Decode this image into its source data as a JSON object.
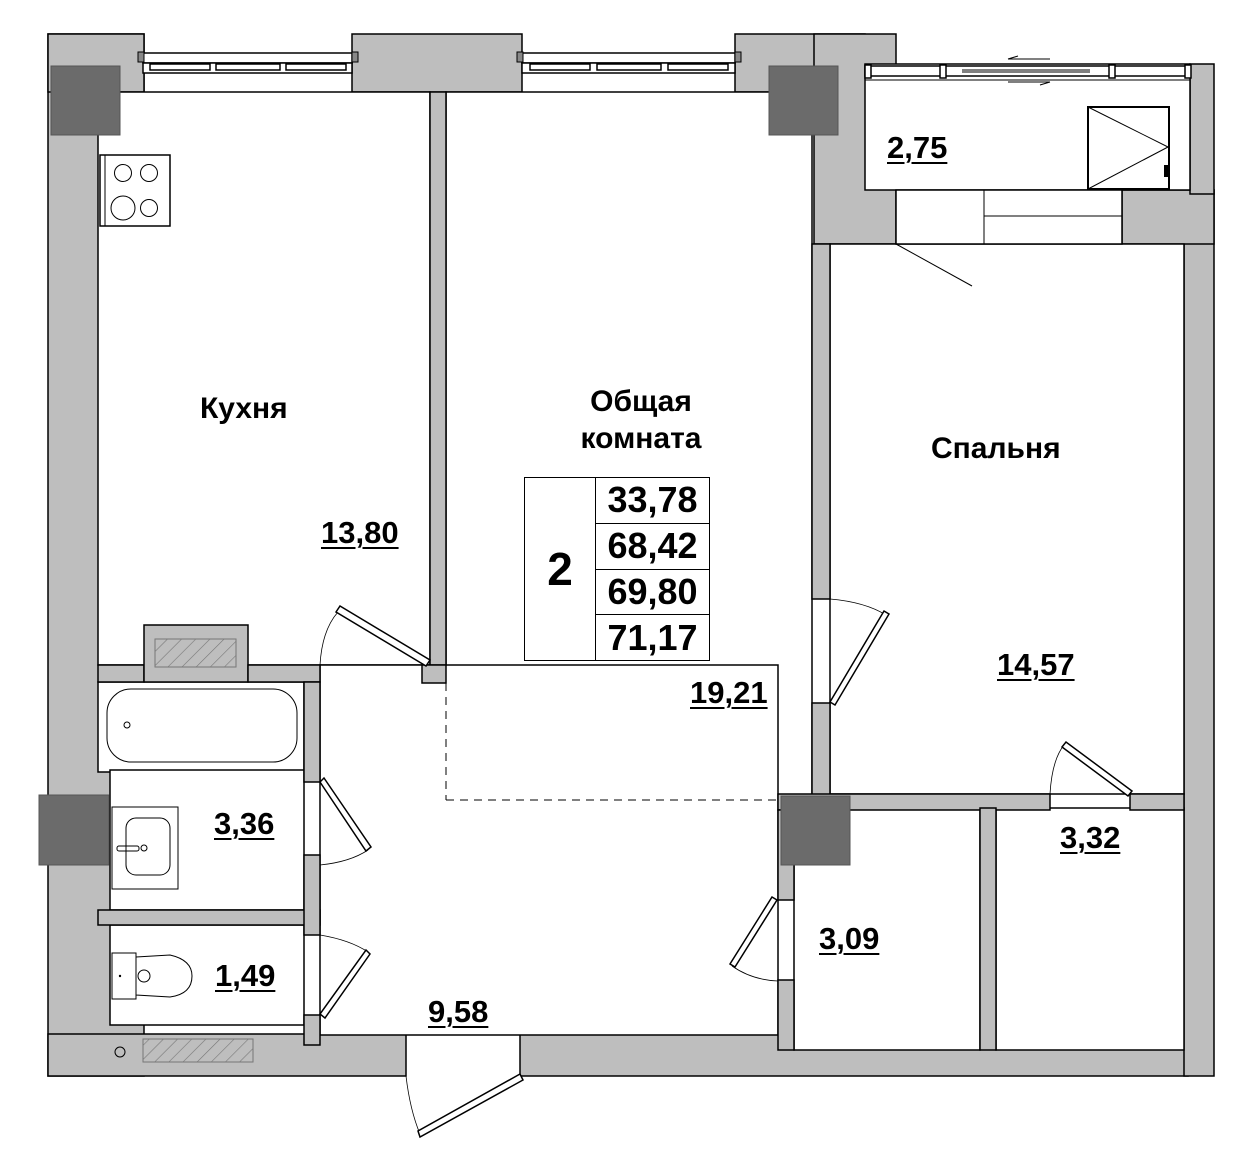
{
  "plan": {
    "rooms_count": "2",
    "summary_areas": [
      "33,78",
      "68,42",
      "69,80",
      "71,17"
    ],
    "rooms": [
      {
        "id": "kitchen",
        "name": "Кухня",
        "area": "13,80"
      },
      {
        "id": "living-room",
        "name": "Общая комната",
        "name_lines": [
          "Общая",
          "комната"
        ],
        "area": "19,21"
      },
      {
        "id": "bedroom",
        "name": "Спальня",
        "area": "14,57"
      },
      {
        "id": "balcony",
        "name": "",
        "area": "2,75"
      },
      {
        "id": "bathroom",
        "name": "",
        "area": "3,36"
      },
      {
        "id": "toilet",
        "name": "",
        "area": "1,49"
      },
      {
        "id": "hallway",
        "name": "",
        "area": "9,58"
      },
      {
        "id": "storage-left",
        "name": "",
        "area": "3,09"
      },
      {
        "id": "storage-right",
        "name": "",
        "area": "3,32"
      }
    ]
  },
  "colors": {
    "wall": "#bebebe",
    "column": "#6b6b6b",
    "outline": "#000000",
    "background": "#ffffff"
  }
}
